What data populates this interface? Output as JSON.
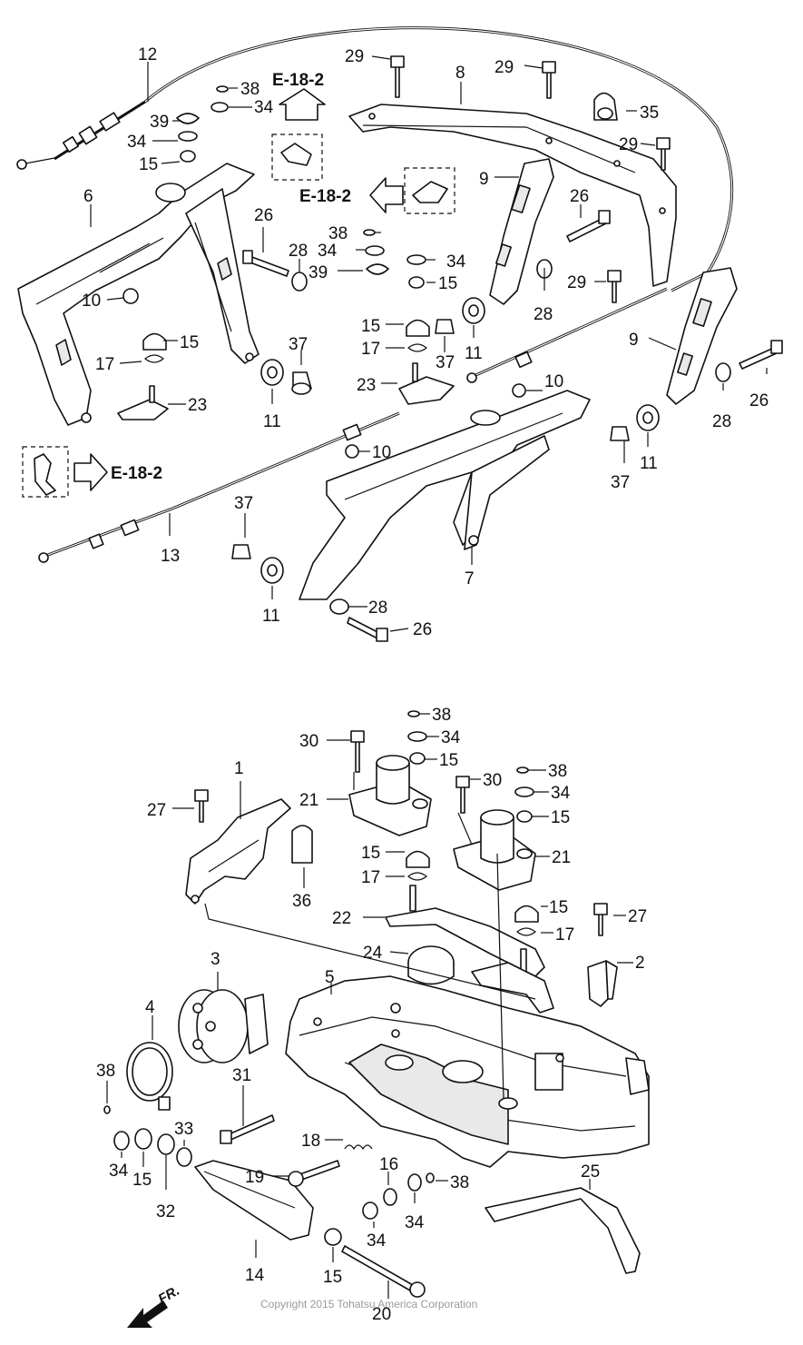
{
  "refs": {
    "upper_left": "E-18-2",
    "middle": "E-18-2",
    "lower_left": "E-18-2"
  },
  "labels": [
    {
      "id": "12",
      "t": "12"
    },
    {
      "id": "29a",
      "t": "29"
    },
    {
      "id": "38a",
      "t": "38"
    },
    {
      "id": "34a",
      "t": "34"
    },
    {
      "id": "39a",
      "t": "39"
    },
    {
      "id": "34b",
      "t": "34"
    },
    {
      "id": "15a",
      "t": "15"
    },
    {
      "id": "6",
      "t": "6"
    },
    {
      "id": "10a",
      "t": "10"
    },
    {
      "id": "15b",
      "t": "15"
    },
    {
      "id": "17a",
      "t": "17"
    },
    {
      "id": "23a",
      "t": "23"
    },
    {
      "id": "26a",
      "t": "26"
    },
    {
      "id": "28a",
      "t": "28"
    },
    {
      "id": "37a",
      "t": "37"
    },
    {
      "id": "11a",
      "t": "11"
    },
    {
      "id": "8",
      "t": "8"
    },
    {
      "id": "29b",
      "t": "29"
    },
    {
      "id": "35",
      "t": "35"
    },
    {
      "id": "29c",
      "t": "29"
    },
    {
      "id": "9a",
      "t": "9"
    },
    {
      "id": "26b",
      "t": "26"
    },
    {
      "id": "38b",
      "t": "38"
    },
    {
      "id": "34c",
      "t": "34"
    },
    {
      "id": "34d",
      "t": "34"
    },
    {
      "id": "39b",
      "t": "39"
    },
    {
      "id": "15c",
      "t": "15"
    },
    {
      "id": "29d",
      "t": "29"
    },
    {
      "id": "28b",
      "t": "28"
    },
    {
      "id": "15d",
      "t": "15"
    },
    {
      "id": "17b",
      "t": "17"
    },
    {
      "id": "37b",
      "t": "37"
    },
    {
      "id": "11b",
      "t": "11"
    },
    {
      "id": "23b",
      "t": "23"
    },
    {
      "id": "10b",
      "t": "10"
    },
    {
      "id": "9b",
      "t": "9"
    },
    {
      "id": "26c",
      "t": "26"
    },
    {
      "id": "28c",
      "t": "28"
    },
    {
      "id": "10c",
      "t": "10"
    },
    {
      "id": "37c",
      "t": "37"
    },
    {
      "id": "11c",
      "t": "11"
    },
    {
      "id": "13",
      "t": "13"
    },
    {
      "id": "37d",
      "t": "37"
    },
    {
      "id": "11d",
      "t": "11"
    },
    {
      "id": "7",
      "t": "7"
    },
    {
      "id": "28d",
      "t": "28"
    },
    {
      "id": "26d",
      "t": "26"
    },
    {
      "id": "38c",
      "t": "38"
    },
    {
      "id": "30a",
      "t": "30"
    },
    {
      "id": "34e",
      "t": "34"
    },
    {
      "id": "15e",
      "t": "15"
    },
    {
      "id": "38d",
      "t": "38"
    },
    {
      "id": "30b",
      "t": "30"
    },
    {
      "id": "34f",
      "t": "34"
    },
    {
      "id": "1",
      "t": "1"
    },
    {
      "id": "21a",
      "t": "21"
    },
    {
      "id": "15f",
      "t": "15"
    },
    {
      "id": "27a",
      "t": "27"
    },
    {
      "id": "15g",
      "t": "15"
    },
    {
      "id": "21b",
      "t": "21"
    },
    {
      "id": "17c",
      "t": "17"
    },
    {
      "id": "36",
      "t": "36"
    },
    {
      "id": "15h",
      "t": "15"
    },
    {
      "id": "22",
      "t": "22"
    },
    {
      "id": "27b",
      "t": "27"
    },
    {
      "id": "17d",
      "t": "17"
    },
    {
      "id": "24",
      "t": "24"
    },
    {
      "id": "2",
      "t": "2"
    },
    {
      "id": "3",
      "t": "3"
    },
    {
      "id": "5",
      "t": "5"
    },
    {
      "id": "4",
      "t": "4"
    },
    {
      "id": "38e",
      "t": "38"
    },
    {
      "id": "31",
      "t": "31"
    },
    {
      "id": "34g",
      "t": "34"
    },
    {
      "id": "15i",
      "t": "15"
    },
    {
      "id": "33",
      "t": "33"
    },
    {
      "id": "32",
      "t": "32"
    },
    {
      "id": "18",
      "t": "18"
    },
    {
      "id": "19",
      "t": "19"
    },
    {
      "id": "16",
      "t": "16"
    },
    {
      "id": "38f",
      "t": "38"
    },
    {
      "id": "25",
      "t": "25"
    },
    {
      "id": "34h",
      "t": "34"
    },
    {
      "id": "34i",
      "t": "34"
    },
    {
      "id": "14",
      "t": "14"
    },
    {
      "id": "15j",
      "t": "15"
    },
    {
      "id": "20",
      "t": "20"
    }
  ],
  "copyright": "Copyright 2015 Tohatsu America Corporation",
  "direction": "FR."
}
